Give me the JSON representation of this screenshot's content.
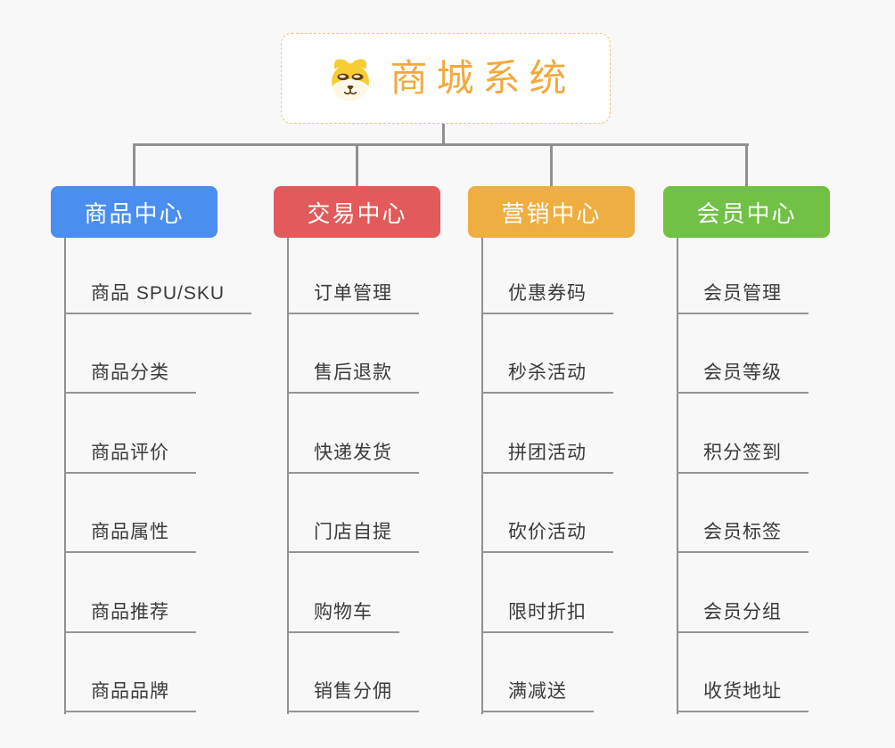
{
  "root": {
    "title": "商城系统",
    "accent_color": "#f2a93e",
    "icon": "dog-face-icon"
  },
  "line_color": "#909090",
  "branches": [
    {
      "label": "商品中心",
      "color": "#4a8ef0",
      "items": [
        "商品 SPU/SKU",
        "商品分类",
        "商品评价",
        "商品属性",
        "商品推荐",
        "商品品牌"
      ]
    },
    {
      "label": "交易中心",
      "color": "#e25a5a",
      "items": [
        "订单管理",
        "售后退款",
        "快递发货",
        "门店自提",
        "购物车",
        "销售分佣"
      ]
    },
    {
      "label": "营销中心",
      "color": "#efae41",
      "items": [
        "优惠券码",
        "秒杀活动",
        "拼团活动",
        "砍价活动",
        "限时折扣",
        "满减送"
      ]
    },
    {
      "label": "会员中心",
      "color": "#70c146",
      "items": [
        "会员管理",
        "会员等级",
        "积分签到",
        "会员标签",
        "会员分组",
        "收货地址"
      ]
    }
  ]
}
